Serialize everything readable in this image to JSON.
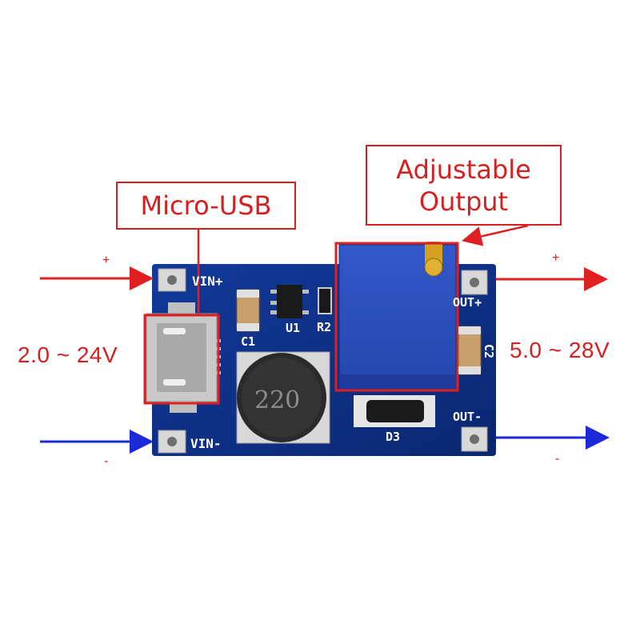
{
  "callouts": {
    "micro_usb": "Micro-USB",
    "adjustable_line1": "Adjustable",
    "adjustable_line2": "Output"
  },
  "voltages": {
    "input": "2.0 ~ 24V",
    "output": "5.0 ~ 28V"
  },
  "signs": {
    "in_plus": "+",
    "in_minus": "-",
    "out_plus": "+",
    "out_minus": "-"
  },
  "silkscreen": {
    "vin_plus": "VIN+",
    "vin_minus": "VIN-",
    "out_plus": "OUT+",
    "out_minus": "OUT-",
    "c1": "C1",
    "u1": "U1",
    "r2": "R2",
    "c2": "C2",
    "d3": "D3",
    "inductor": "220"
  },
  "colors": {
    "callout_red": "#d61f1f",
    "pcb_blue": "#0e2e86",
    "arrow_red": "#e02020",
    "arrow_blue": "#1a2ad8"
  }
}
